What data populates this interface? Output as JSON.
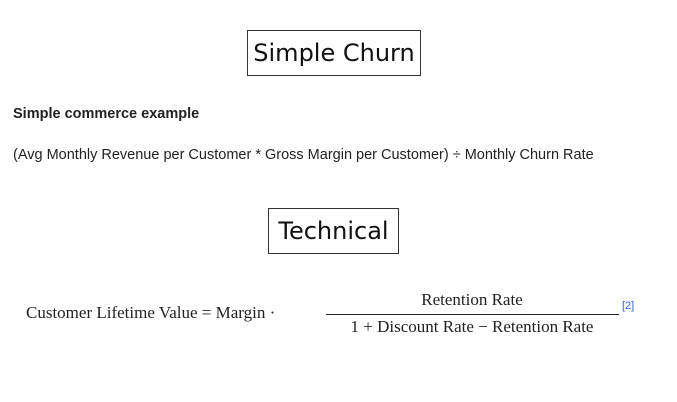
{
  "sections": [
    {
      "title": "Simple Churn"
    },
    {
      "title": "Technical"
    }
  ],
  "simple": {
    "heading": "Simple commerce example",
    "formula": "(Avg Monthly Revenue per Customer * Gross Margin per Customer) ÷ Monthly Churn Rate"
  },
  "technical": {
    "lhs": "Customer Lifetime Value = Margin ·",
    "numerator": "Retention Rate",
    "denominator": "1 + Discount Rate − Retention Rate",
    "reference": "[2]"
  }
}
